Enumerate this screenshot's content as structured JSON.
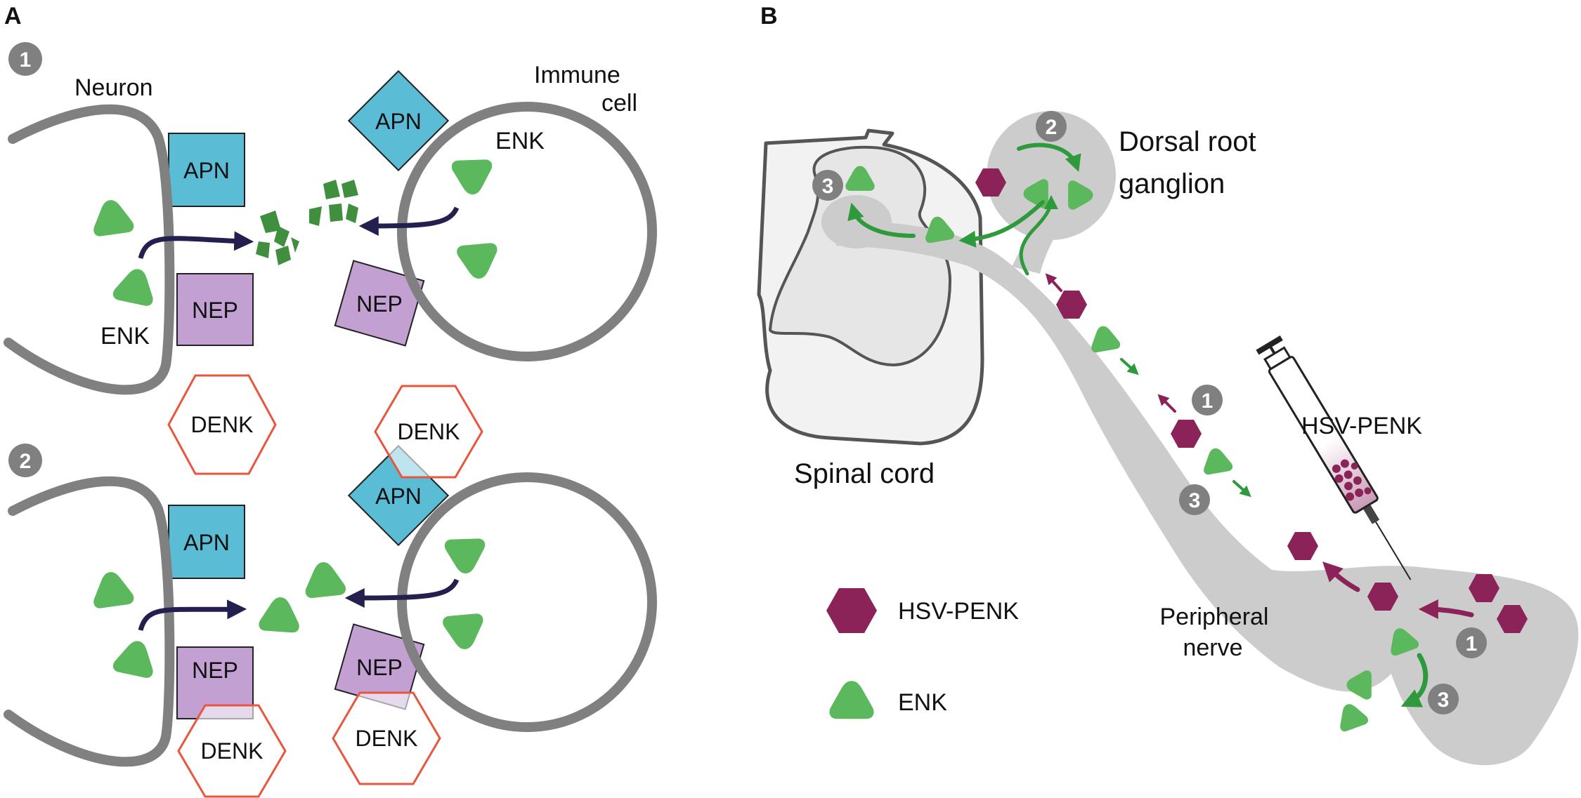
{
  "panel_a": {
    "letter": "A",
    "step1": "1",
    "step2": "2",
    "neuron_label": "Neuron",
    "immune_label_line1": "Immune",
    "immune_label_line2": "cell",
    "enk_label": "ENK",
    "apn": "APN",
    "nep": "NEP",
    "denk": "DENK"
  },
  "panel_b": {
    "letter": "B",
    "step1": "1",
    "step2": "2",
    "step3": "3",
    "drg_line1": "Dorsal root",
    "drg_line2": "ganglion",
    "spinal_cord": "Spinal cord",
    "peripheral_line1": "Peripheral",
    "peripheral_line2": "nerve",
    "syringe_label": "HSV-PENK",
    "legend": {
      "hsv": "HSV-PENK",
      "enk": "ENK"
    }
  },
  "colors": {
    "membrane": "#808080",
    "enk": "#5cb85c",
    "enk_fragment": "#3f8f3f",
    "apn": "#5bbcd6",
    "nep": "#c3a0d2",
    "denk": "#e8563e",
    "hsv": "#8b2358",
    "arrow_dark": "#231f4f",
    "arrow_green": "#2f9a3c",
    "badge": "#808080",
    "nerve": "#cccccc"
  }
}
